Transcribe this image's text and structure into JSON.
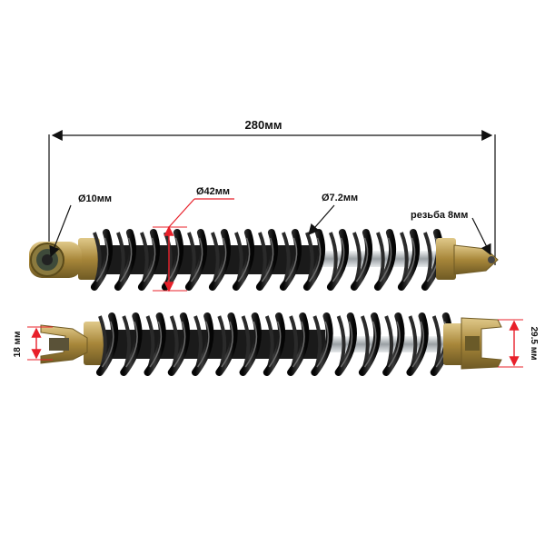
{
  "dimensions": {
    "overall_length": "280мм",
    "bushing_diameter": "Ø10мм",
    "spring_outer_diameter": "Ø42мм",
    "spring_wire_diameter": "Ø7.2мм",
    "thread": "резьба 8мм",
    "fork_width": "18 мм",
    "fork_height": "29.5 мм"
  },
  "colors": {
    "dimension_line": "#111111",
    "accent_line": "#e8202a",
    "spring": "#141414",
    "metal_gold": "#b89a45",
    "chrome": "#cfd3d6"
  }
}
